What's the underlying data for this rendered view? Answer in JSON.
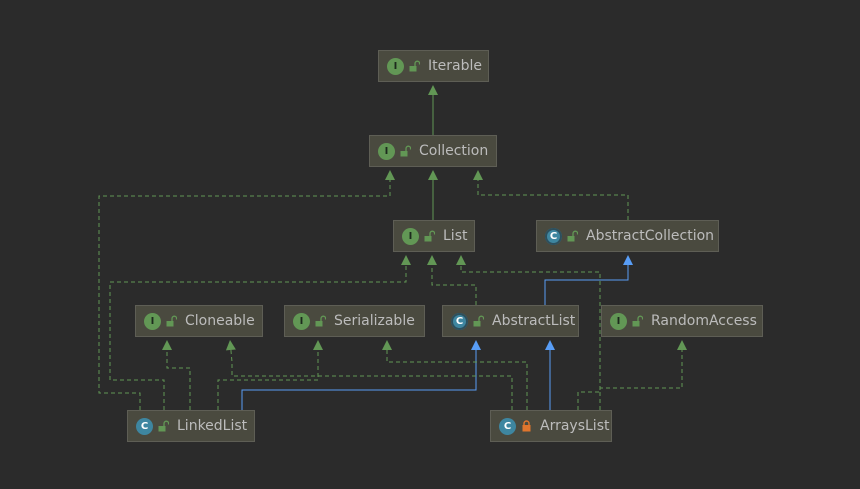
{
  "colors": {
    "background": "#2b2b2b",
    "node_fill": "#4a4a3f",
    "node_border": "#5e5e55",
    "text": "#bcbcbc",
    "interface_badge": "#629755",
    "class_badge": "#3e86a0",
    "implements_edge": "#629755",
    "extends_edge": "#589df6",
    "private_lock": "#e0752d"
  },
  "nodes": [
    {
      "id": "iterable",
      "label": "Iterable",
      "kind": "interface",
      "badge": "I",
      "visibility": "public",
      "visibility_icon": "unlock-icon"
    },
    {
      "id": "collection",
      "label": "Collection",
      "kind": "interface",
      "badge": "I",
      "visibility": "public",
      "visibility_icon": "unlock-icon"
    },
    {
      "id": "list",
      "label": "List",
      "kind": "interface",
      "badge": "I",
      "visibility": "public",
      "visibility_icon": "unlock-icon"
    },
    {
      "id": "abstractcollection",
      "label": "AbstractCollection",
      "kind": "abstract-class",
      "badge": "C",
      "visibility": "public",
      "visibility_icon": "unlock-icon"
    },
    {
      "id": "cloneable",
      "label": "Cloneable",
      "kind": "interface",
      "badge": "I",
      "visibility": "public",
      "visibility_icon": "unlock-icon"
    },
    {
      "id": "serializable",
      "label": "Serializable",
      "kind": "interface",
      "badge": "I",
      "visibility": "public",
      "visibility_icon": "unlock-icon"
    },
    {
      "id": "abstractlist",
      "label": "AbstractList",
      "kind": "abstract-class",
      "badge": "C",
      "visibility": "public",
      "visibility_icon": "unlock-icon"
    },
    {
      "id": "randomaccess",
      "label": "RandomAccess",
      "kind": "interface",
      "badge": "I",
      "visibility": "public",
      "visibility_icon": "unlock-icon"
    },
    {
      "id": "linkedlist",
      "label": "LinkedList",
      "kind": "class",
      "badge": "C",
      "visibility": "public",
      "visibility_icon": "unlock-icon"
    },
    {
      "id": "arrayslist",
      "label": "ArraysList",
      "kind": "class",
      "badge": "C",
      "visibility": "private",
      "visibility_icon": "lock-icon"
    }
  ],
  "edges": [
    {
      "from": "collection",
      "to": "iterable",
      "type": "extends-interface"
    },
    {
      "from": "list",
      "to": "collection",
      "type": "extends-interface"
    },
    {
      "from": "abstractcollection",
      "to": "collection",
      "type": "implements"
    },
    {
      "from": "abstractlist",
      "to": "abstractcollection",
      "type": "extends"
    },
    {
      "from": "abstractlist",
      "to": "list",
      "type": "implements"
    },
    {
      "from": "linkedlist",
      "to": "abstractlist",
      "type": "extends"
    },
    {
      "from": "linkedlist",
      "to": "list",
      "type": "implements"
    },
    {
      "from": "linkedlist",
      "to": "collection",
      "type": "implements"
    },
    {
      "from": "linkedlist",
      "to": "cloneable",
      "type": "implements"
    },
    {
      "from": "linkedlist",
      "to": "serializable",
      "type": "implements"
    },
    {
      "from": "arrayslist",
      "to": "abstractlist",
      "type": "extends"
    },
    {
      "from": "arrayslist",
      "to": "list",
      "type": "implements"
    },
    {
      "from": "arrayslist",
      "to": "randomaccess",
      "type": "implements"
    },
    {
      "from": "arrayslist",
      "to": "serializable",
      "type": "implements"
    },
    {
      "from": "arrayslist",
      "to": "cloneable",
      "type": "implements"
    }
  ]
}
